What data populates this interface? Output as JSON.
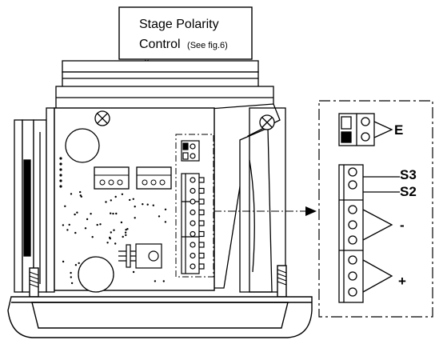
{
  "callout": {
    "line1": "Stage Polarity",
    "line2_main": "Control",
    "line2_note": "(See fig.6)"
  },
  "terminals": {
    "e": "E",
    "s3": "S3",
    "s2": "S2",
    "minus": "-",
    "plus": "+"
  }
}
